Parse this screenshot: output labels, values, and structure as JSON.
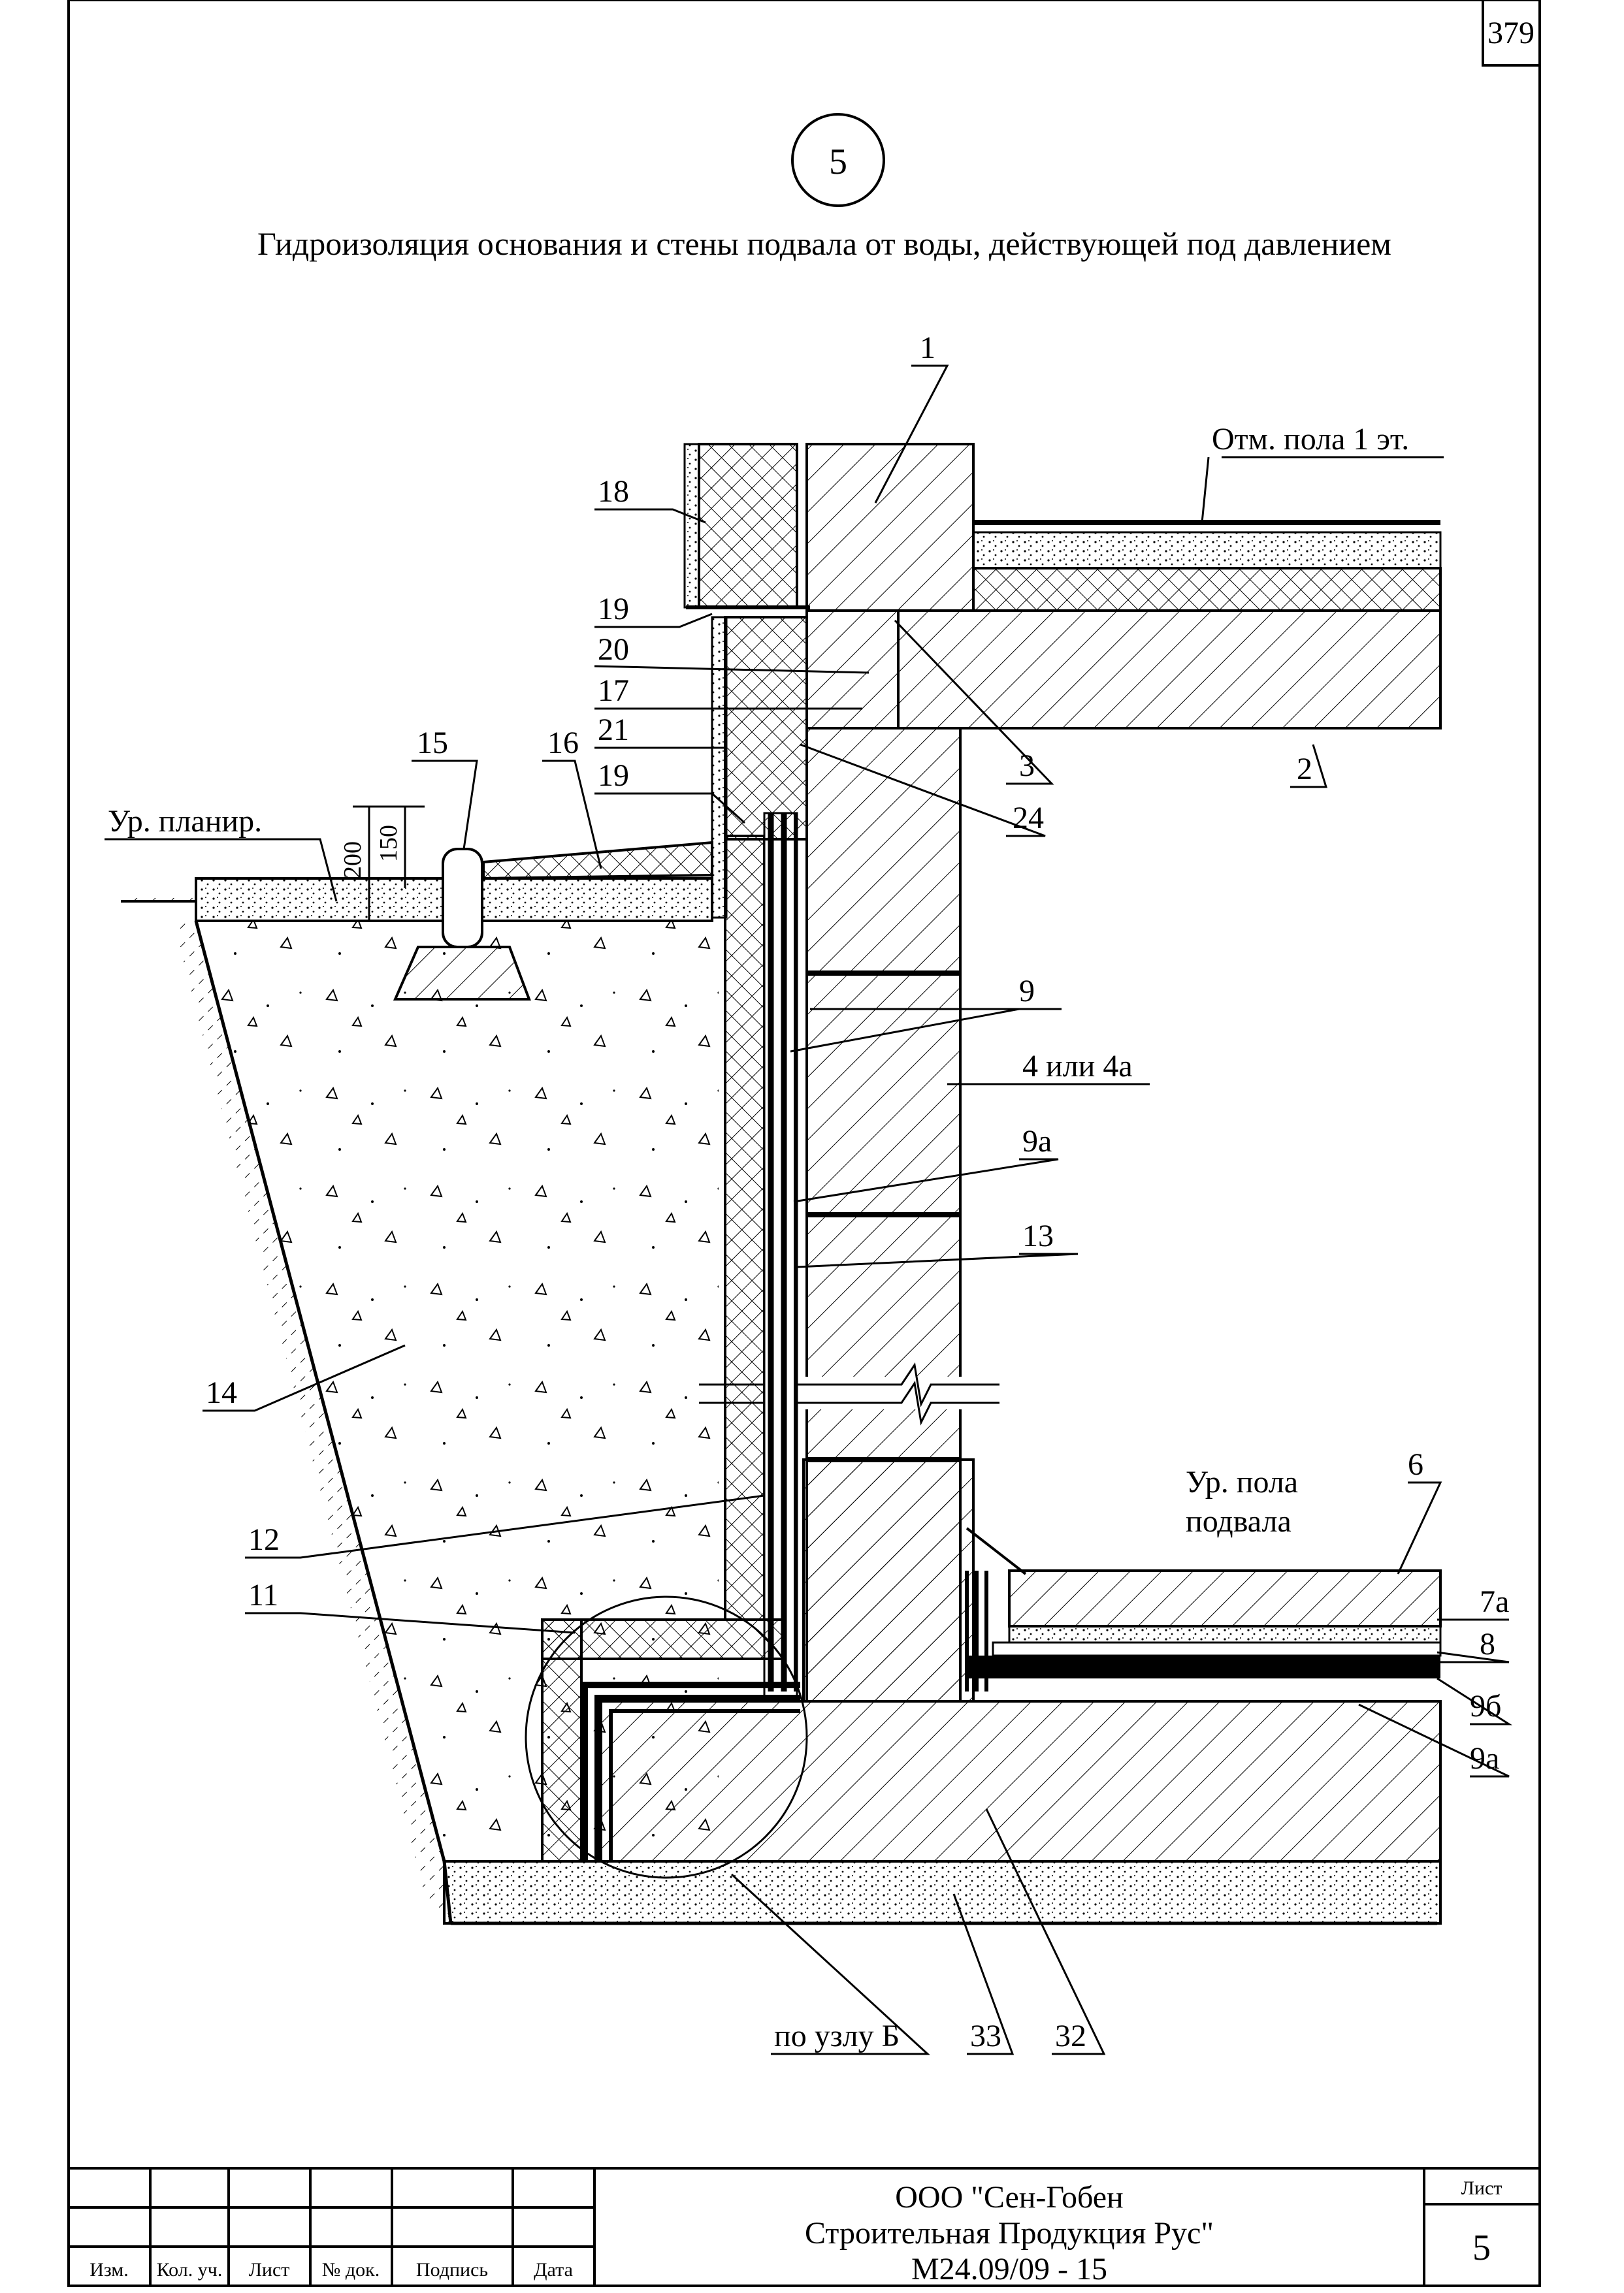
{
  "sheet": {
    "page_number": "379",
    "detail_number": "5",
    "title": "Гидроизоляция основания и стены подвала от воды, действующей под давлением"
  },
  "elevations": {
    "first_floor": "Отм. пола 1 эт.",
    "grade_level": "Ур. планир.",
    "basement_floor_line1": "Ур. пола",
    "basement_floor_line2": "подвала"
  },
  "dimensions": {
    "d200": "200",
    "d150": "150"
  },
  "callouts": {
    "c1": "1",
    "c2": "2",
    "c3": "3",
    "c24": "24",
    "c18": "18",
    "c19a": "19",
    "c20": "20",
    "c17": "17",
    "c21": "21",
    "c15": "15",
    "c16": "16",
    "c19b": "19",
    "c9": "9",
    "c4": "4 или 4а",
    "c9a": "9а",
    "c13": "13",
    "c14": "14",
    "c12": "12",
    "c11": "11",
    "c6": "6",
    "c7a": "7а",
    "c8": "8",
    "c9b": "9б",
    "c9a2": "9а",
    "node": "по узлу Б",
    "c33": "33",
    "c32": "32"
  },
  "title_block": {
    "col_izm": "Изм.",
    "col_kol": "Кол. уч.",
    "col_list": "Лист",
    "col_doc": "№ док.",
    "col_sign": "Подпись",
    "col_date": "Дата",
    "company_line1": "ООО \"Сен-Гобен",
    "company_line2": "Строительная Продукция Рус\"",
    "doc_code": "М24.09/09 - 15",
    "sheet_label": "Лист",
    "sheet_value": "5"
  }
}
